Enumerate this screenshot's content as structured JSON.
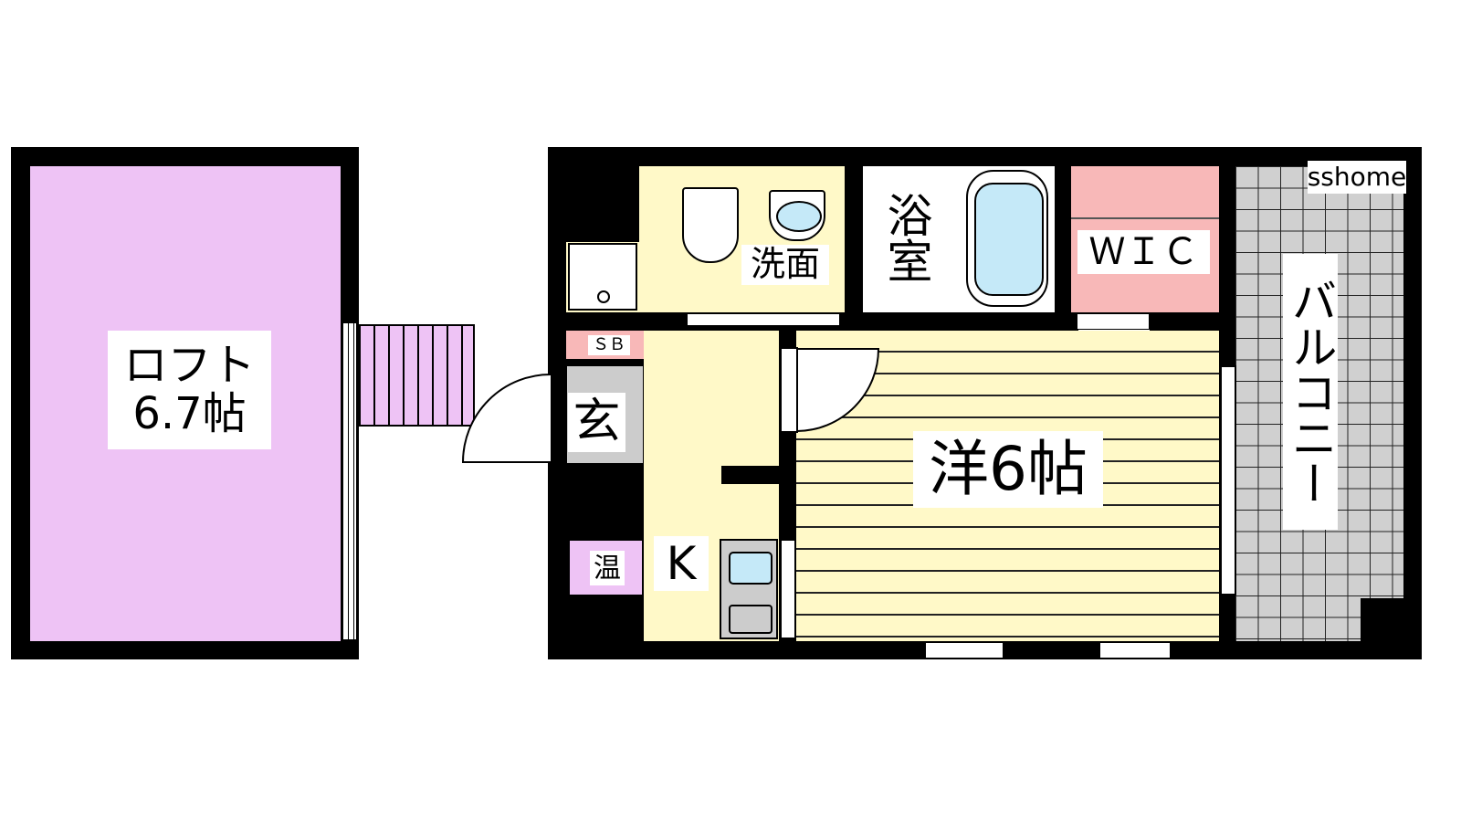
{
  "loft": {
    "name": "ロフト",
    "size": "6.7帖"
  },
  "rooms": {
    "washroom": "洗面",
    "bath": "浴室",
    "wic": "ＷＩＣ",
    "shoe_box": "ＳＢ",
    "entrance": "玄",
    "water_heater": "温",
    "kitchen": "K",
    "western_room": "洋6帖",
    "balcony": "バルコニー"
  },
  "watermark": "sshome",
  "colors": {
    "loft": "#EEC3F5",
    "floor": "#FFF9C8",
    "pink": "#F8B8B8",
    "balcony": "#D0D0D0",
    "tub": "#C5E9F8"
  }
}
